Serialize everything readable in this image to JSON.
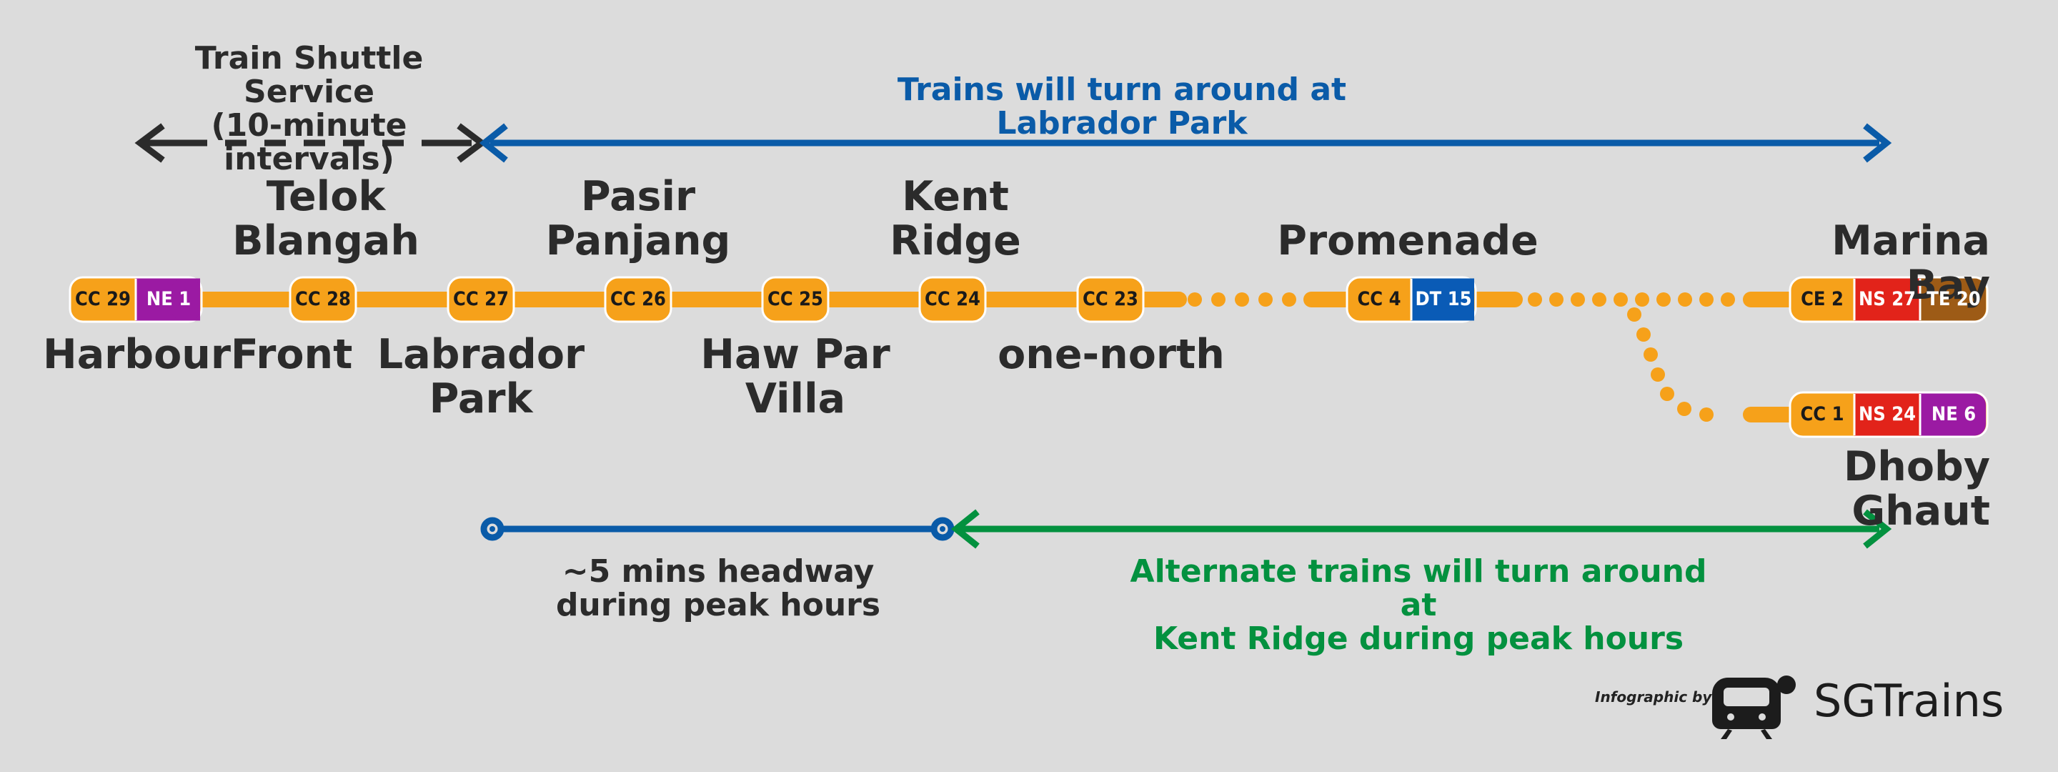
{
  "colors": {
    "ccl": "#f6a11a",
    "ne": "#9b1aa3",
    "dt": "#0a5bb6",
    "ns": "#e2231a",
    "te": "#9d5b16",
    "ce": "#f6a11a",
    "blue": "#0a5ba8",
    "green": "#03913f",
    "dark": "#2b2b2b"
  },
  "shuttle": {
    "title": "Train Shuttle Service\n(10-minute intervals)"
  },
  "labrador_turnaround": {
    "text": "Trains will turn around at Labrador Park"
  },
  "headway": {
    "text": "~5 mins headway\nduring peak hours"
  },
  "kent_turnaround": {
    "text": "Alternate trains will turn around at\nKent Ridge during peak hours"
  },
  "stations": [
    {
      "name": "HarbourFront",
      "codes": [
        {
          "text": "CC 29",
          "line": "ccl"
        },
        {
          "text": "NE 1",
          "line": "ne"
        }
      ]
    },
    {
      "name": "Telok\nBlangah",
      "codes": [
        {
          "text": "CC 28",
          "line": "ccl"
        }
      ]
    },
    {
      "name": "Labrador\nPark",
      "codes": [
        {
          "text": "CC 27",
          "line": "ccl"
        }
      ]
    },
    {
      "name": "Pasir\nPanjang",
      "codes": [
        {
          "text": "CC 26",
          "line": "ccl"
        }
      ]
    },
    {
      "name": "Haw Par\nVilla",
      "codes": [
        {
          "text": "CC 25",
          "line": "ccl"
        }
      ]
    },
    {
      "name": "Kent\nRidge",
      "codes": [
        {
          "text": "CC 24",
          "line": "ccl"
        }
      ]
    },
    {
      "name": "one-north",
      "codes": [
        {
          "text": "CC 23",
          "line": "ccl"
        }
      ]
    },
    {
      "name": "Promenade",
      "codes": [
        {
          "text": "CC 4",
          "line": "ccl"
        },
        {
          "text": "DT 15",
          "line": "dt"
        }
      ]
    },
    {
      "name": "Marina Bay",
      "codes": [
        {
          "text": "CE 2",
          "line": "ce"
        },
        {
          "text": "NS 27",
          "line": "ns"
        },
        {
          "text": "TE 20",
          "line": "te"
        }
      ]
    },
    {
      "name": "Dhoby Ghaut",
      "codes": [
        {
          "text": "CC 1",
          "line": "ccl"
        },
        {
          "text": "NS 24",
          "line": "ns"
        },
        {
          "text": "NE 6",
          "line": "ne"
        }
      ]
    }
  ],
  "credit": {
    "prefix": "Infographic by",
    "brand": "SGTrains"
  },
  "icons": {
    "logo": "train-front-icon"
  }
}
